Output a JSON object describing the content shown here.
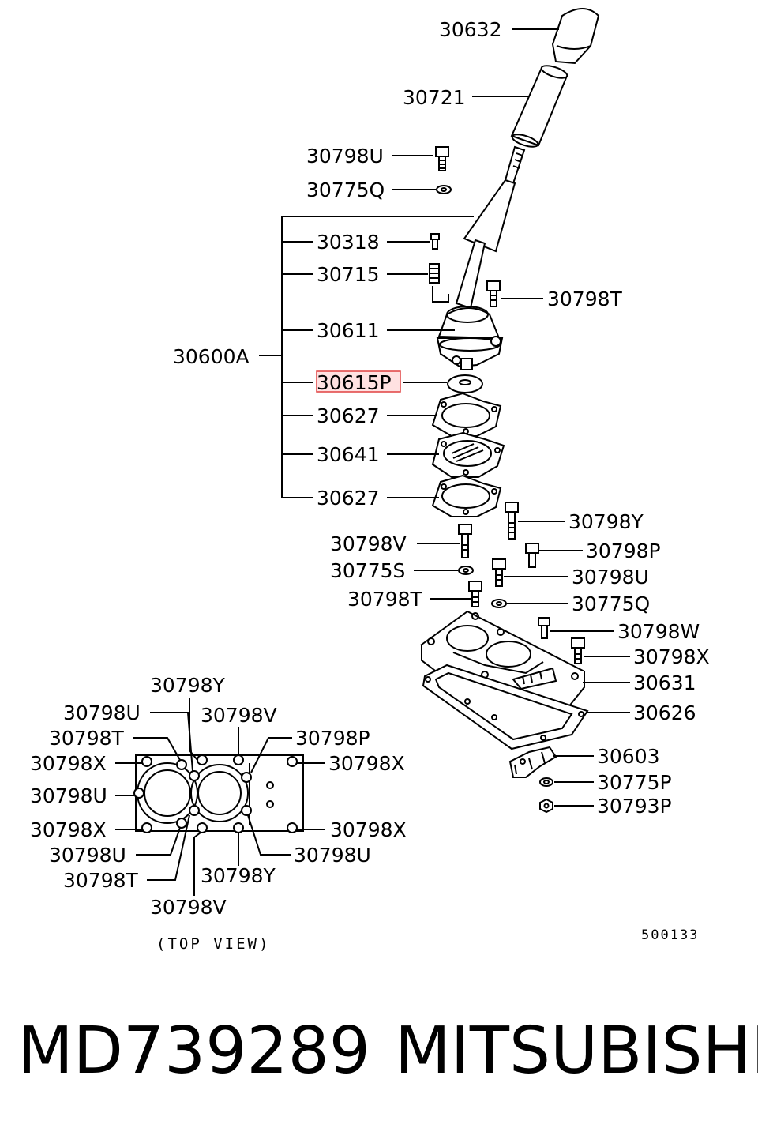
{
  "highlight_color": "#e04040",
  "labels": {
    "l30632": "30632",
    "l30721": "30721",
    "l30798U_a": "30798U",
    "l30775Q_a": "30775Q",
    "l30318": "30318",
    "l30715": "30715",
    "l30798T_a": "30798T",
    "l30611": "30611",
    "l30600A": "30600A",
    "l30615P": "30615P",
    "l30627_a": "30627",
    "l30641": "30641",
    "l30627_b": "30627",
    "l30798Y_a": "30798Y",
    "l30798V_a": "30798V",
    "l30798P_a": "30798P",
    "l30775S": "30775S",
    "l30798U_b": "30798U",
    "l30798T_b": "30798T",
    "l30775Q_b": "30775Q",
    "l30798W": "30798W",
    "l30798X_a": "30798X",
    "l30631": "30631",
    "l30626": "30626",
    "l30603": "30603",
    "l30775P": "30775P",
    "l30793P": "30793P"
  },
  "top_view": {
    "t30798Y_top": "30798Y",
    "t30798U_1": "30798U",
    "t30798V_top": "30798V",
    "t30798T_1": "30798T",
    "t30798P": "30798P",
    "t30798X_1": "30798X",
    "t30798X_r1": "30798X",
    "t30798U_2": "30798U",
    "t30798X_2": "30798X",
    "t30798X_r2": "30798X",
    "t30798U_3": "30798U",
    "t30798U_r": "30798U",
    "t30798T_2": "30798T",
    "t30798Y_bot": "30798Y",
    "t30798V_bot": "30798V",
    "caption": "(TOP VIEW)"
  },
  "diagram_code": "500133",
  "footer": {
    "part_number": "MD739289",
    "brand": "MITSUBISHI"
  }
}
